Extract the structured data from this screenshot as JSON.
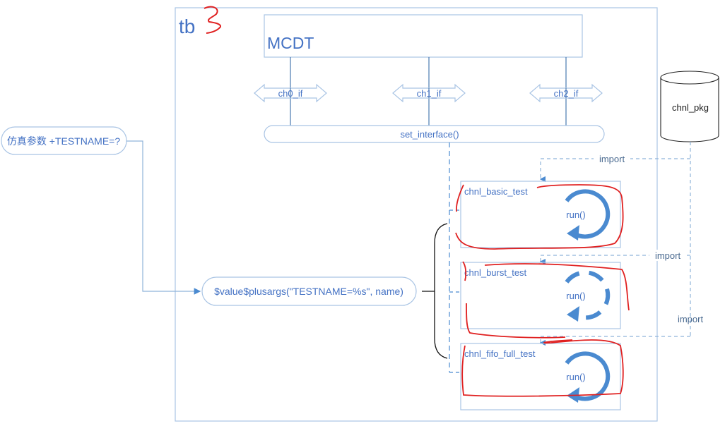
{
  "title": "tb",
  "dut": {
    "label": "MCDT"
  },
  "interfaces": [
    {
      "label": "ch0_if"
    },
    {
      "label": "ch1_if"
    },
    {
      "label": "ch2_if"
    }
  ],
  "set_interface": {
    "label": "set_interface()"
  },
  "package": {
    "label": "chnl_pkg"
  },
  "sim_param": {
    "label": "仿真参数 +TESTNAME=?"
  },
  "plusargs": {
    "label": "$value$plusargs(\"TESTNAME=%s\", name)"
  },
  "tests": [
    {
      "name": "chnl_basic_test",
      "run_label": "run()",
      "import_label": "import"
    },
    {
      "name": "chnl_burst_test",
      "run_label": "run()",
      "import_label": "import"
    },
    {
      "name": "chnl_fifo_full_test",
      "run_label": "run()",
      "import_label": "import"
    }
  ],
  "colors": {
    "accent": "#4472c4",
    "frame": "#a9c4e4",
    "dashed": "#8fb3d9",
    "loop": "#4a8ad0",
    "annotation": "#e02020"
  }
}
